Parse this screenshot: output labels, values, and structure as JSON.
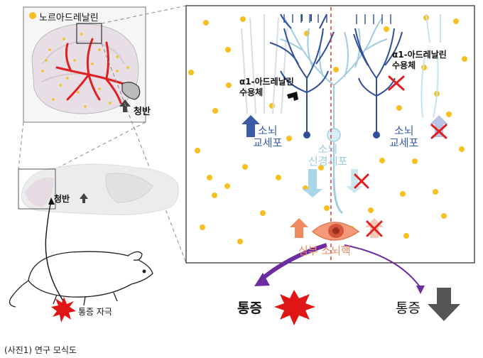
{
  "legend": {
    "noradrenaline": "노르아드레날린"
  },
  "brain_inset": {
    "locus_label": "청반"
  },
  "mouse_brain": {
    "locus_label": "청반"
  },
  "stimulus": {
    "label": "통증 자극"
  },
  "main": {
    "receptor_left": [
      "α1-아드레날린",
      "수용체"
    ],
    "receptor_right": [
      "α1-아드레날린",
      "수용체"
    ],
    "glia_left": [
      "소뇌",
      "교세포"
    ],
    "glia_right": [
      "소뇌",
      "교세포"
    ],
    "neuron": [
      "소뇌",
      "신경세포"
    ],
    "nucleus": "심부 소뇌핵"
  },
  "outcome": {
    "pain_up": "통증",
    "pain_down": "통증"
  },
  "caption": "(사진1) 연구 모식도",
  "colors": {
    "dot": "#f5c020",
    "red": "#e02020",
    "blue_dark": "#2f4f9a",
    "blue_light": "#9fcde0",
    "purple": "#6a2ca0",
    "orange": "#f08050"
  }
}
